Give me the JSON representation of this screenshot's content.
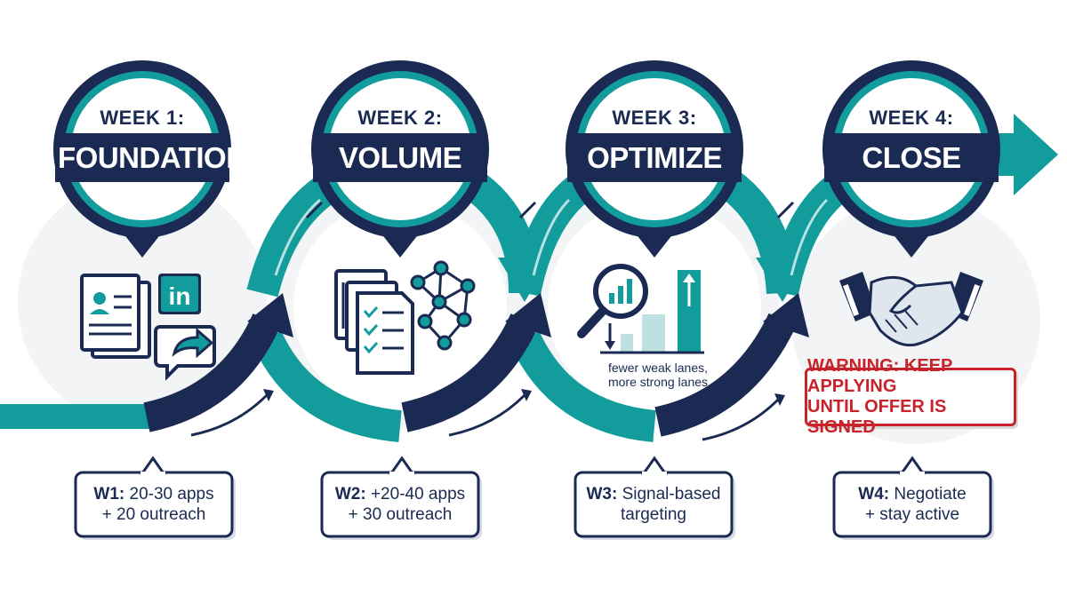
{
  "weeks": [
    {
      "label": "WEEK 1:",
      "title": "FOUNDATION",
      "callout_bold": "W1:",
      "callout_line1": " 20-30 apps",
      "callout_line2": "+ 20 outreach"
    },
    {
      "label": "WEEK 2:",
      "title": "VOLUME",
      "callout_bold": "W2:",
      "callout_line1": " +20-40 apps",
      "callout_line2": "+ 30 outreach"
    },
    {
      "label": "WEEK 3:",
      "title": "OPTIMIZE",
      "callout_bold": "W3:",
      "callout_line1": " Signal-based",
      "callout_line2": "targeting"
    },
    {
      "label": "WEEK 4:",
      "title": "CLOSE",
      "callout_bold": "W4:",
      "callout_line1": " Negotiate",
      "callout_line2": "+ stay active"
    }
  ],
  "optimize_note": {
    "line1": "fewer weak lanes,",
    "line2": "more strong lanes"
  },
  "warning": {
    "line1": "WARNING: KEEP APPLYING",
    "line2": "UNTIL OFFER IS SIGNED"
  },
  "icons": {
    "w1": [
      "resume-icon",
      "linkedin-icon",
      "share-message-icon"
    ],
    "w2": [
      "document-stack-icon",
      "checklist-icon",
      "network-icon"
    ],
    "w3": [
      "magnifier-chart-icon",
      "bar-chart-up-icon"
    ],
    "w4": [
      "handshake-icon"
    ]
  },
  "colors": {
    "navy": "#1b2a52",
    "teal": "#139c9c",
    "warning": "#c8222a"
  }
}
